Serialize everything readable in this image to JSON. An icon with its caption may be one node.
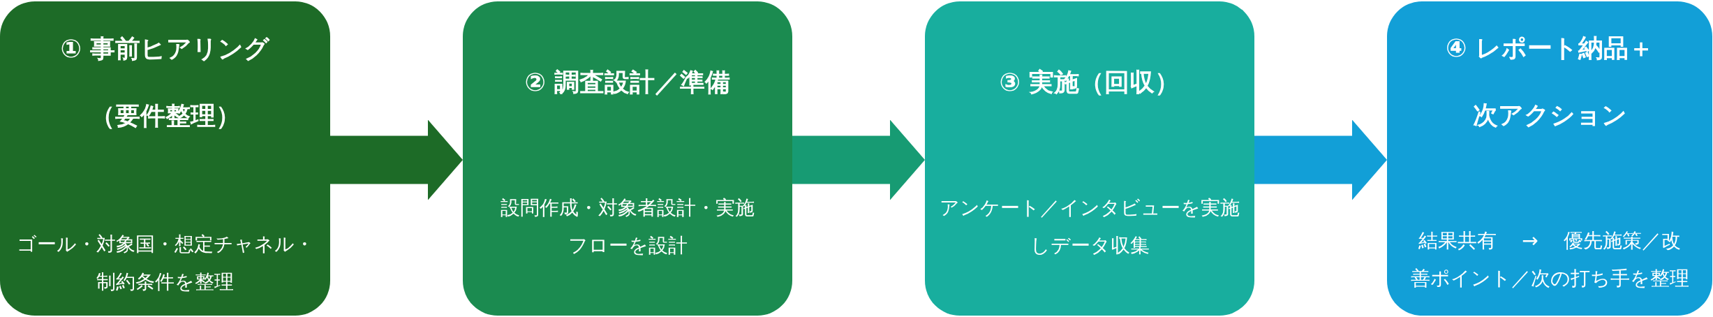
{
  "diagram": {
    "nodes": [
      {
        "text": [
          "① 事前ヒアリング（要件整理）",
          "ゴール・対象国・想定チャネル・制約条件を整理"
        ]
      },
      {
        "text": [
          "② 調査設計／準備",
          "設問作成・対象者設計・実施フローを設計"
        ]
      },
      {
        "text": [
          "③ 実施（回収）",
          "アンケート／インタビューを実施しデータ収集"
        ]
      },
      {
        "text": [
          "④ レポート納品＋次アクション",
          "結果共有 → 優先施策／改善ポイント／次の打ち手を整理"
        ]
      }
    ],
    "edges": [
      {
        "from": 0,
        "to": 1,
        "arrow": "to",
        "color": "#1d6b27"
      },
      {
        "from": 1,
        "to": 2,
        "arrow": "to",
        "color": "#179b73"
      },
      {
        "from": 2,
        "to": 3,
        "arrow": "to",
        "color": "#129fd7"
      }
    ]
  }
}
